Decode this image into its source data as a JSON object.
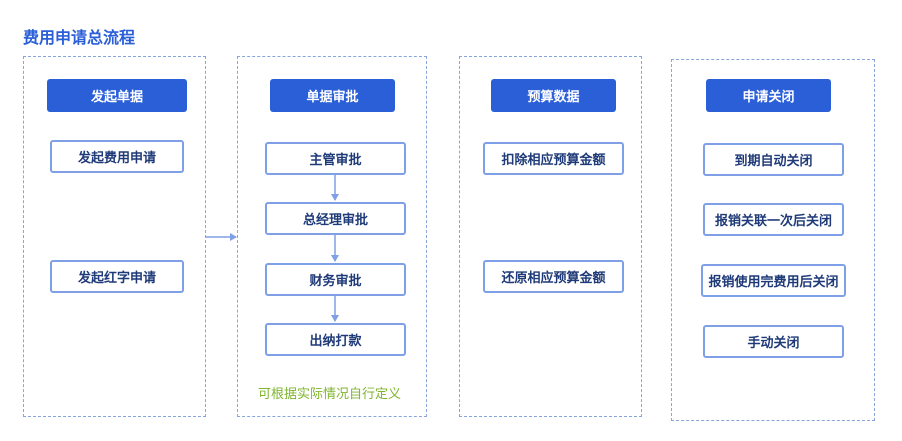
{
  "title": "费用申请总流程",
  "columns": [
    {
      "header": "发起单据",
      "items": [
        "发起费用申请",
        "发起红字申请"
      ]
    },
    {
      "header": "单据审批",
      "items": [
        "主管审批",
        "总经理审批",
        "财务审批",
        "出纳打款"
      ],
      "note": "可根据实际情况自行定义"
    },
    {
      "header": "预算数据",
      "items": [
        "扣除相应预算金额",
        "还原相应预算金额"
      ]
    },
    {
      "header": "申请关闭",
      "items": [
        "到期自动关闭",
        "报销关联一次后关闭",
        "报销使用完费用后关闭",
        "手动关闭"
      ]
    }
  ],
  "colors": {
    "accent": "#2a5fd8",
    "box_border": "#7fa0e6",
    "dashed_border": "#8aa5dc",
    "note": "#7fb52e"
  }
}
